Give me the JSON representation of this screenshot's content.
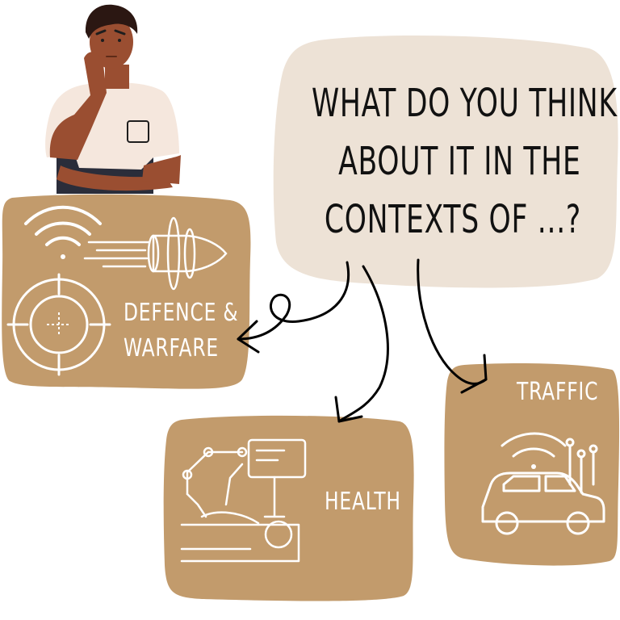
{
  "question": {
    "line1": "WHAT DO YOU THINK",
    "line2": "ABOUT IT IN THE",
    "line3": "CONTEXTS OF ...?"
  },
  "contexts": {
    "defence": {
      "line1": "DEFENCE &",
      "line2": "WARFARE"
    },
    "health": {
      "label": "HEALTH"
    },
    "traffic": {
      "label": "TRAFFIC"
    }
  },
  "colors": {
    "card": "#c29b6c",
    "bubble": "#ede2d6",
    "skin": "#9a4e31",
    "shirt": "#f5e7dd",
    "hair": "#2b1712",
    "pants": "#2a2d3a",
    "text_dark": "#111111",
    "icon_line": "#ffffff"
  }
}
